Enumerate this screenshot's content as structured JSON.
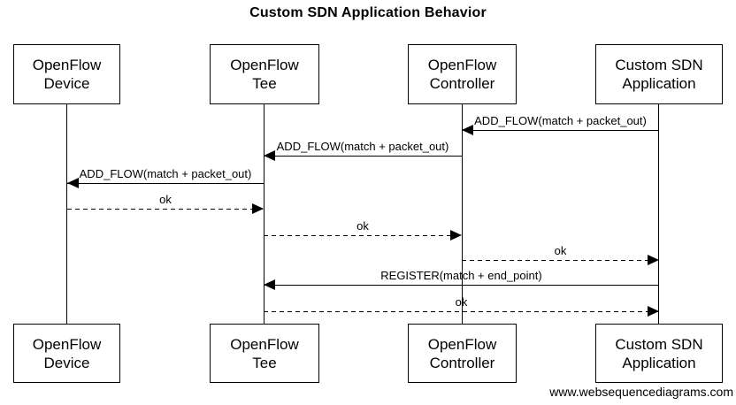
{
  "title": "Custom SDN Application Behavior",
  "actors": [
    {
      "id": "openflow-device",
      "label": "OpenFlow\nDevice"
    },
    {
      "id": "openflow-tee",
      "label": "OpenFlow\nTee"
    },
    {
      "id": "openflow-controller",
      "label": "OpenFlow\nController"
    },
    {
      "id": "custom-sdn-application",
      "label": "Custom SDN\nApplication"
    }
  ],
  "messages": [
    {
      "label": "ADD_FLOW(match + packet_out)",
      "from": "Custom SDN Application",
      "to": "OpenFlow Controller",
      "line": "solid",
      "direction": "left"
    },
    {
      "label": "ADD_FLOW(match + packet_out)",
      "from": "OpenFlow Controller",
      "to": "OpenFlow Tee",
      "line": "solid",
      "direction": "left"
    },
    {
      "label": "ADD_FLOW(match + packet_out)",
      "from": "OpenFlow Tee",
      "to": "OpenFlow Device",
      "line": "solid",
      "direction": "left"
    },
    {
      "label": "ok",
      "from": "OpenFlow Device",
      "to": "OpenFlow Tee",
      "line": "dashed",
      "direction": "right"
    },
    {
      "label": "ok",
      "from": "OpenFlow Tee",
      "to": "OpenFlow Controller",
      "line": "dashed",
      "direction": "right"
    },
    {
      "label": "ok",
      "from": "OpenFlow Controller",
      "to": "Custom SDN Application",
      "line": "dashed",
      "direction": "right"
    },
    {
      "label": "REGISTER(match + end_point)",
      "from": "Custom SDN Application",
      "to": "OpenFlow Tee",
      "line": "solid",
      "direction": "left"
    },
    {
      "label": "ok",
      "from": "OpenFlow Tee",
      "to": "Custom SDN Application",
      "line": "dashed",
      "direction": "right"
    }
  ],
  "footer": "www.websequencediagrams.com",
  "colors": {
    "background": "#ffffff",
    "line": "#000000",
    "text": "#000000"
  }
}
